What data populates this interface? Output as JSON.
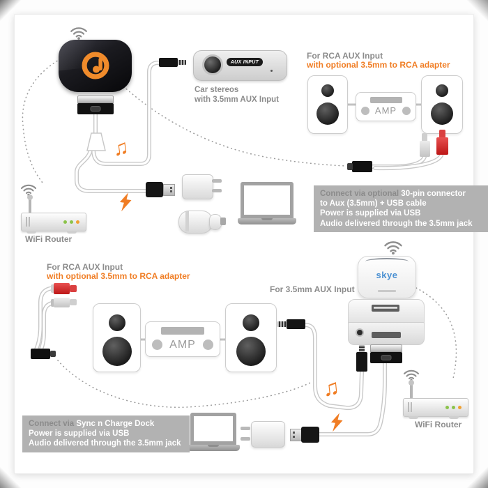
{
  "colors": {
    "accent": "#f07d24",
    "text_gray": "#8c8c8c",
    "infobox_bg": "#b2b2b2",
    "infobox_prefix": "#8b8b8b",
    "infobox_text": "#ffffff",
    "skye_blue": "#4a90d2",
    "led_green": "#8bc34a",
    "led_orange": "#f0a030"
  },
  "glyphs": {
    "music_note": "♫"
  },
  "top_setup": {
    "car_stereo": {
      "panel_label": "AUX INPUT",
      "caption_line1": "Car stereos",
      "caption_line2": "with 3.5mm AUX Input"
    },
    "rca": {
      "title": "For RCA AUX Input",
      "subtitle": "with optional 3.5mm to RCA adapter"
    },
    "amp_label": "AMP",
    "router_label": "WiFi Router",
    "infobox": {
      "line1_prefix": "Connect via optional ",
      "line1_highlight": "30-pin connector",
      "line2": "to Aux (3.5mm) + USB cable",
      "line3": "Power is supplied via USB",
      "line4": "Audio delivered through the 3.5mm jack"
    }
  },
  "bottom_setup": {
    "rca": {
      "title": "For RCA AUX Input",
      "subtitle": "with optional 3.5mm to RCA adapter"
    },
    "aux_title": "For 3.5mm AUX Input",
    "amp_label": "AMP",
    "receiver_logo": "skye",
    "router_label": "WiFi Router",
    "infobox": {
      "line1_prefix": "Connect via ",
      "line1_highlight": "Sync n Charge Dock",
      "line2": "Power is supplied via USB",
      "line3": "Audio delivered through the 3.5mm jack"
    }
  }
}
